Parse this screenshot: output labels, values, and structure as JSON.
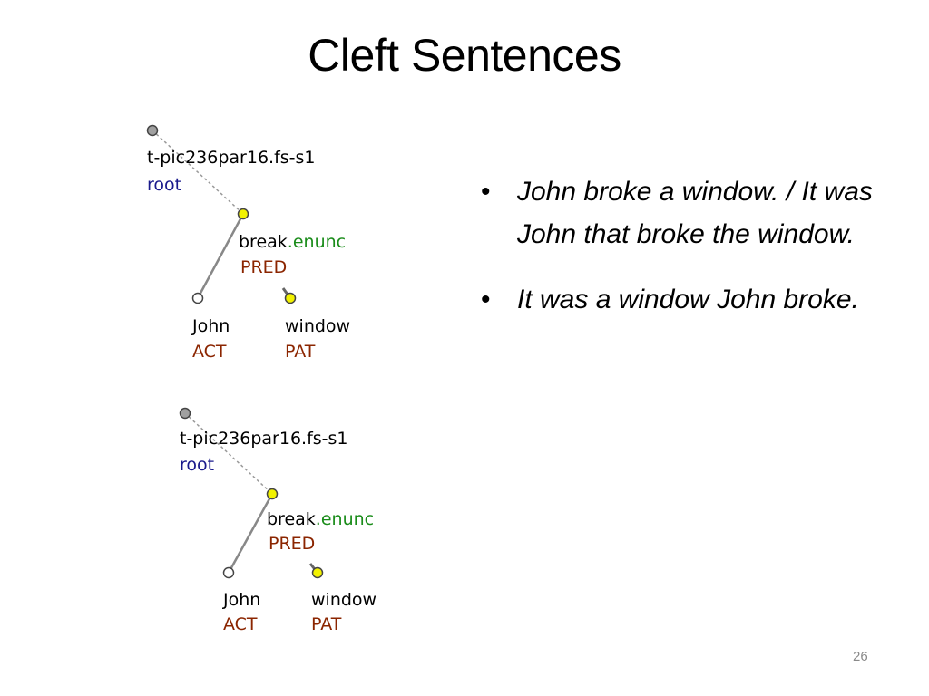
{
  "slide": {
    "title": "Cleft Sentences",
    "page_number": "26"
  },
  "trees": [
    {
      "root_id": "t-pic236par16.fs-s1",
      "root_label": "root",
      "pred_lemma": "break",
      "pred_suffix": ".enunc",
      "pred_functor": "PRED",
      "act_lemma": "John",
      "act_functor": "ACT",
      "pat_lemma": "window",
      "pat_functor": "PAT"
    },
    {
      "root_id": "t-pic236par16.fs-s1",
      "root_label": "root",
      "pred_lemma": "break",
      "pred_suffix": ".enunc",
      "pred_functor": "PRED",
      "act_lemma": "John",
      "act_functor": "ACT",
      "pat_lemma": "window",
      "pat_functor": "PAT"
    }
  ],
  "bullets": [
    {
      "marker": "•",
      "text": " John broke a window. / It was John that broke the window."
    },
    {
      "marker": "•",
      "text": " It was a window John broke."
    }
  ],
  "colors": {
    "root_label": "#1a1a8c",
    "suffix": "#1a8c1a",
    "functor": "#8b2500",
    "yellow_node": "#f2f200",
    "white_node": "#ffffff",
    "gray_node": "#a0a0a0"
  }
}
